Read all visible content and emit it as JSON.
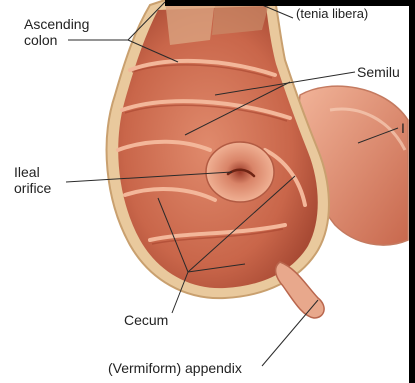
{
  "labels": {
    "ascending_colon_1": "Ascending",
    "ascending_colon_2": "colon",
    "tenia_libera": "(tenia libera)",
    "semilunar": "Semilu",
    "ileal_1": "Ileal",
    "ileal_2": "orifice",
    "ileum_partial": "I",
    "cecum": "Cecum",
    "appendix": "(Vermiform) appendix"
  },
  "colors": {
    "mucosa": "#d97a5e",
    "mucosa_dark": "#b8533c",
    "fold_highlight": "#f0b49a",
    "wall_edge": "#e8c79a",
    "ileum": "#e39a7e",
    "leader_line": "#2a2a2a"
  }
}
